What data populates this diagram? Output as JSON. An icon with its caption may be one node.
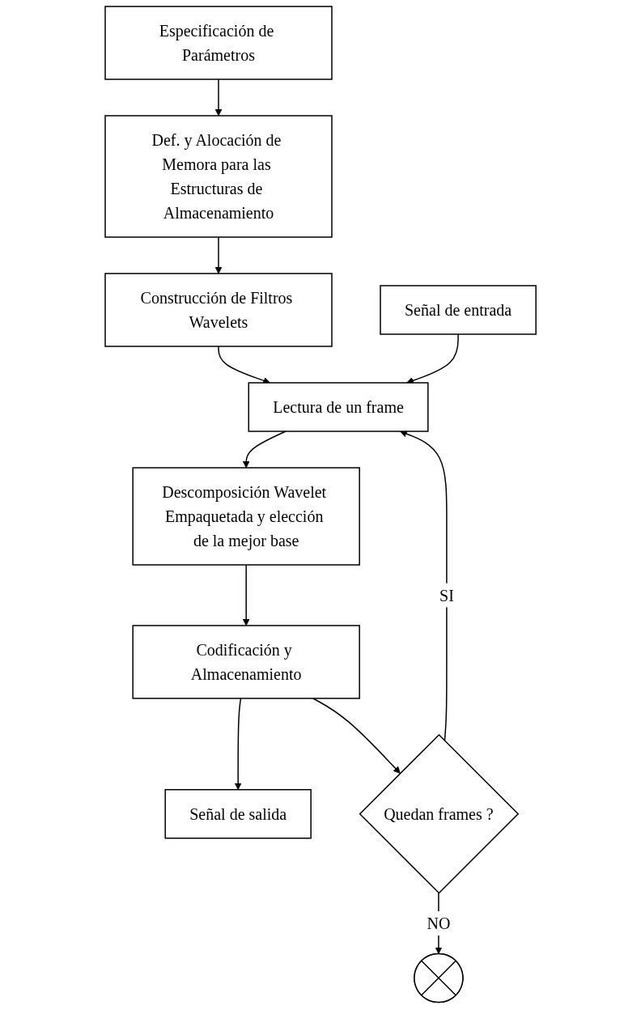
{
  "diagram": {
    "nodes": [
      {
        "text": [
          "Especificación de Parámetros"
        ]
      },
      {
        "text": [
          "Def. y Alocación de Memora para las Estructuras de Almacenamiento"
        ]
      },
      {
        "text": [
          "Construcción de Filtros Wavelets"
        ]
      },
      {
        "text": [
          "Lectura de un frame"
        ]
      },
      {
        "text": [
          "Señal de entrada"
        ]
      },
      {
        "text": [
          "Descomposición Wavelet Empaquetada y elección de la mejor base"
        ]
      },
      {
        "text": [
          "Codificación y Almacenamiento"
        ]
      },
      {
        "text": [
          "Señal de salida"
        ]
      },
      {
        "text": [
          "Quedan frames ?"
        ]
      },
      {
        "text": [],
        "shape": "circle"
      }
    ],
    "edges": [
      {
        "from": 0,
        "to": 1,
        "arrow": "to"
      },
      {
        "from": 1,
        "to": 2,
        "arrow": "to"
      },
      {
        "from": 2,
        "to": 3,
        "arrow": "to"
      },
      {
        "from": 4,
        "to": 3,
        "arrow": "to"
      },
      {
        "from": 3,
        "to": 5,
        "arrow": "to"
      },
      {
        "from": 5,
        "to": 6,
        "arrow": "to"
      },
      {
        "from": 6,
        "to": 7,
        "arrow": "to"
      },
      {
        "from": 6,
        "to": 8,
        "arrow": "to"
      },
      {
        "from": 8,
        "to": 3,
        "arrow": "to",
        "label": "SI"
      },
      {
        "from": 8,
        "to": 9,
        "arrow": "to",
        "label": "NO"
      }
    ]
  }
}
